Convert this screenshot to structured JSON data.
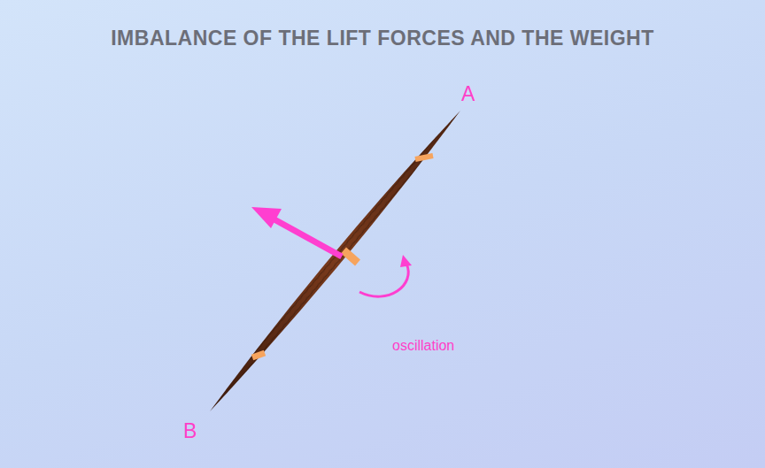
{
  "diagram": {
    "title": "IMBALANCE OF THE LIFT FORCES AND THE WEIGHT",
    "labels": [
      "A",
      "B",
      "oscillation"
    ]
  }
}
